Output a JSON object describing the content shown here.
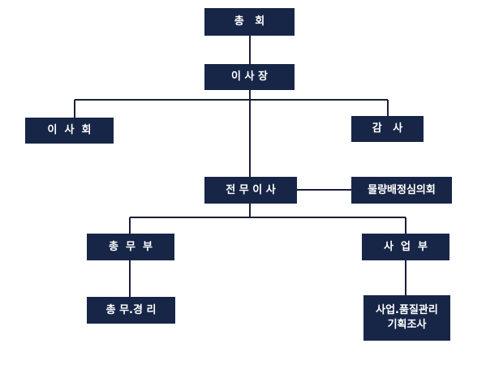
{
  "nodes": {
    "general_assembly": "총   회",
    "chairman": "이 사 장",
    "board_of_directors": "이  사  회",
    "auditor": "감   사",
    "executive_director": "전 무 이 사",
    "quality_committee": "물량배정심의회",
    "general_affairs": "총  무  부",
    "business_dept": "사  업  부",
    "general_accounting": "총 무.경 리",
    "business_quality_line1": "사업.품질관리",
    "business_quality_line2": "기획조사"
  },
  "colors": {
    "box_fill": "#172647",
    "box_text": "#ffffff",
    "line": "#1a1f3a"
  }
}
